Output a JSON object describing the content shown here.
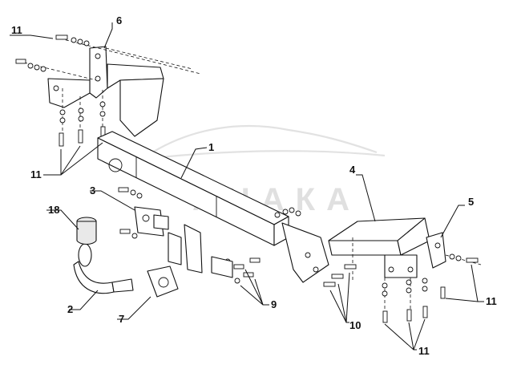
{
  "watermark": {
    "text": "АНАКА"
  },
  "callouts": [
    {
      "id": "c1",
      "text": "1"
    },
    {
      "id": "c2",
      "text": "2"
    },
    {
      "id": "c3",
      "text": "3"
    },
    {
      "id": "c4",
      "text": "4"
    },
    {
      "id": "c5",
      "text": "5"
    },
    {
      "id": "c6",
      "text": "6"
    },
    {
      "id": "c7",
      "text": "7"
    },
    {
      "id": "c9",
      "text": "9"
    },
    {
      "id": "c10",
      "text": "10"
    },
    {
      "id": "c11a",
      "text": "11"
    },
    {
      "id": "c11b",
      "text": "11"
    },
    {
      "id": "c11c",
      "text": "11"
    },
    {
      "id": "c11d",
      "text": "11"
    },
    {
      "id": "c18",
      "text": "18"
    }
  ],
  "colors": {
    "line": "#111111",
    "watermark": "#c8c8c8",
    "background": "#ffffff"
  }
}
